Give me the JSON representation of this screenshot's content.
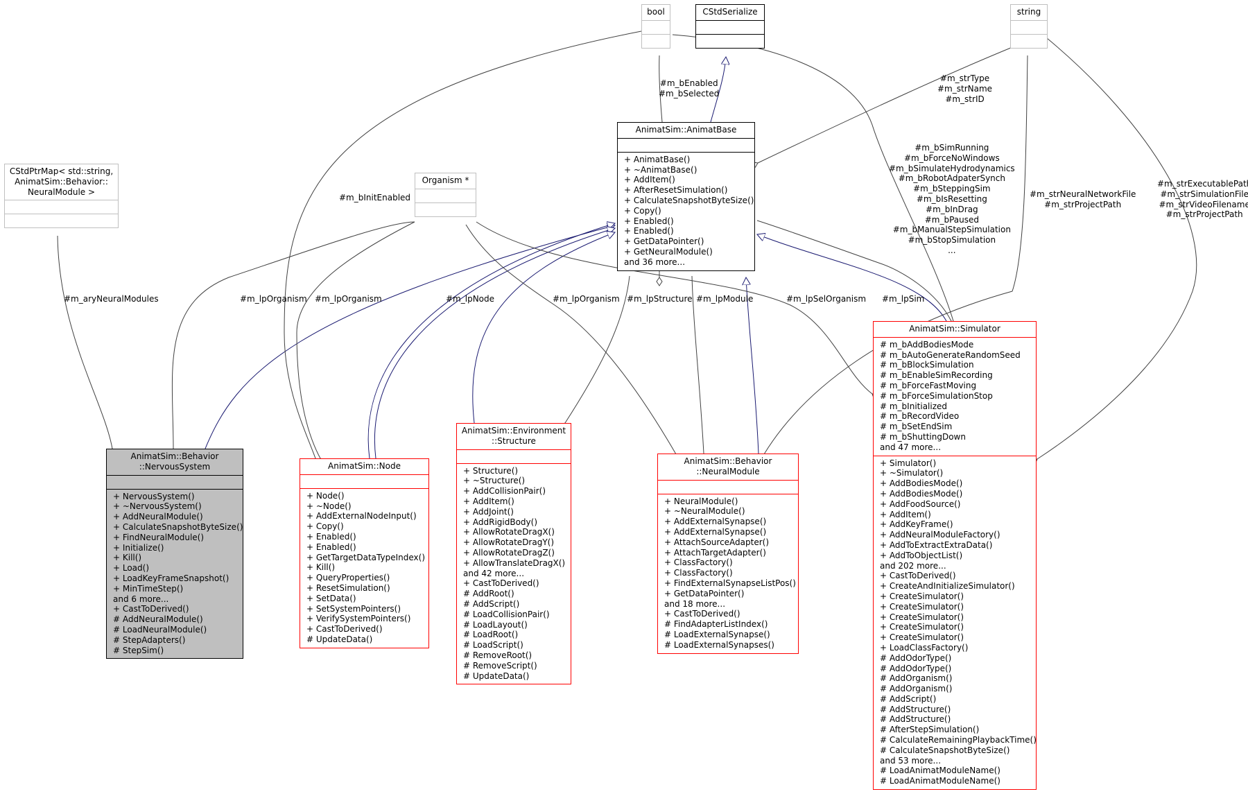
{
  "nodes": {
    "bool": {
      "title": "bool",
      "attrs": [],
      "methods": []
    },
    "cstdserialize": {
      "title": "CStdSerialize",
      "attrs": [],
      "methods": []
    },
    "string": {
      "title": "string",
      "attrs": [],
      "methods": []
    },
    "cstdptrmap": {
      "title": "CStdPtrMap< std::string,\nAnimatSim::Behavior::\nNeuralModule >",
      "attrs": [],
      "methods": []
    },
    "organism": {
      "title": "Organism *",
      "attrs": [],
      "methods": []
    },
    "animatbase": {
      "title": "AnimatSim::AnimatBase",
      "attrs": [],
      "methods": [
        "+ AnimatBase()",
        "+ ~AnimatBase()",
        "+ AddItem()",
        "+ AfterResetSimulation()",
        "+ CalculateSnapshotByteSize()",
        "+ Copy()",
        "+ Enabled()",
        "+ Enabled()",
        "+ GetDataPointer()",
        "+ GetNeuralModule()",
        "and 36 more..."
      ]
    },
    "nervoussystem": {
      "title": "AnimatSim::Behavior\n::NervousSystem",
      "attrs": [],
      "methods": [
        "+ NervousSystem()",
        "+ ~NervousSystem()",
        "+ AddNeuralModule()",
        "+ CalculateSnapshotByteSize()",
        "+ FindNeuralModule()",
        "+ Initialize()",
        "+ Kill()",
        "+ Load()",
        "+ LoadKeyFrameSnapshot()",
        "+ MinTimeStep()",
        "and 6 more...",
        "+ CastToDerived()",
        "# AddNeuralModule()",
        "# LoadNeuralModule()",
        "# StepAdapters()",
        "# StepSim()"
      ]
    },
    "node": {
      "title": "AnimatSim::Node",
      "attrs": [],
      "methods": [
        "+ Node()",
        "+ ~Node()",
        "+ AddExternalNodeInput()",
        "+ Copy()",
        "+ Enabled()",
        "+ Enabled()",
        "+ GetTargetDataTypeIndex()",
        "+ Kill()",
        "+ QueryProperties()",
        "+ ResetSimulation()",
        "+ SetData()",
        "+ SetSystemPointers()",
        "+ VerifySystemPointers()",
        "+ CastToDerived()",
        "# UpdateData()"
      ]
    },
    "structure": {
      "title": "AnimatSim::Environment\n::Structure",
      "attrs": [],
      "methods": [
        "+ Structure()",
        "+ ~Structure()",
        "+ AddCollisionPair()",
        "+ AddItem()",
        "+ AddJoint()",
        "+ AddRigidBody()",
        "+ AllowRotateDragX()",
        "+ AllowRotateDragY()",
        "+ AllowRotateDragZ()",
        "+ AllowTranslateDragX()",
        "and 42 more...",
        "+ CastToDerived()",
        "# AddRoot()",
        "# AddScript()",
        "# LoadCollisionPair()",
        "# LoadLayout()",
        "# LoadRoot()",
        "# LoadScript()",
        "# RemoveRoot()",
        "# RemoveScript()",
        "# UpdateData()"
      ]
    },
    "neuralmodule": {
      "title": "AnimatSim::Behavior\n::NeuralModule",
      "attrs": [],
      "methods": [
        "+ NeuralModule()",
        "+ ~NeuralModule()",
        "+ AddExternalSynapse()",
        "+ AddExternalSynapse()",
        "+ AttachSourceAdapter()",
        "+ AttachTargetAdapter()",
        "+ ClassFactory()",
        "+ ClassFactory()",
        "+ FindExternalSynapseListPos()",
        "+ GetDataPointer()",
        "and 18 more...",
        "+ CastToDerived()",
        "# FindAdapterListIndex()",
        "# LoadExternalSynapse()",
        "# LoadExternalSynapses()"
      ]
    },
    "simulator": {
      "title": "AnimatSim::Simulator",
      "attrs": [
        "# m_bAddBodiesMode",
        "# m_bAutoGenerateRandomSeed",
        "# m_bBlockSimulation",
        "# m_bEnableSimRecording",
        "# m_bForceFastMoving",
        "# m_bForceSimulationStop",
        "# m_bInitialized",
        "# m_bRecordVideo",
        "# m_bSetEndSim",
        "# m_bShuttingDown",
        "and 47 more..."
      ],
      "methods": [
        "+ Simulator()",
        "+ ~Simulator()",
        "+ AddBodiesMode()",
        "+ AddBodiesMode()",
        "+ AddFoodSource()",
        "+ AddItem()",
        "+ AddKeyFrame()",
        "+ AddNeuralModuleFactory()",
        "+ AddToExtractExtraData()",
        "+ AddToObjectList()",
        "and 202 more...",
        "+ CastToDerived()",
        "+ CreateAndInitializeSimulator()",
        "+ CreateSimulator()",
        "+ CreateSimulator()",
        "+ CreateSimulator()",
        "+ CreateSimulator()",
        "+ CreateSimulator()",
        "+ LoadClassFactory()",
        "# AddOdorType()",
        "# AddOdorType()",
        "# AddOrganism()",
        "# AddOrganism()",
        "# AddScript()",
        "# AddStructure()",
        "# AddStructure()",
        "# AfterStepSimulation()",
        "# CalculateRemainingPlaybackTime()",
        "# CalculateSnapshotByteSize()",
        "and 53 more...",
        "# LoadAnimatModuleName()",
        "# LoadAnimatModuleName()"
      ]
    }
  },
  "edge_labels": {
    "enabled": "#m_bEnabled\n#m_bSelected",
    "strtype": "#m_strType\n#m_strName\n#m_strID",
    "simflags": "#m_bSimRunning\n#m_bForceNoWindows\n#m_bSimulateHydrodynamics\n#m_bRobotAdpaterSynch\n#m_bSteppingSim\n#m_bIsResetting\n#m_bInDrag\n#m_bPaused\n#m_bManualStepSimulation\n#m_bStopSimulation\n...",
    "neuralfile": "#m_strNeuralNetworkFile\n#m_strProjectPath",
    "exepath": "#m_strExecutablePath\n#m_strSimulationFile\n#m_strVideoFilename\n#m_strProjectPath",
    "initenabled": "#m_bInitEnabled",
    "aryneural": "#m_aryNeuralModules",
    "lporg1": "#m_lpOrganism",
    "lporg2": "#m_lpOrganism",
    "lpnode": "#m_lpNode",
    "lporg3": "#m_lpOrganism",
    "lpstructure": "#m_lpStructure",
    "lpmodule": "#m_lpModule",
    "lpselorg": "#m_lpSelOrganism",
    "lpsim": "#m_lpSim"
  },
  "colors": {
    "edge": "#404040",
    "inherit": "#191970",
    "selected_bg": "#bfbfbf",
    "border_red": "#ff0000",
    "border_grey": "#bfbfbf"
  }
}
